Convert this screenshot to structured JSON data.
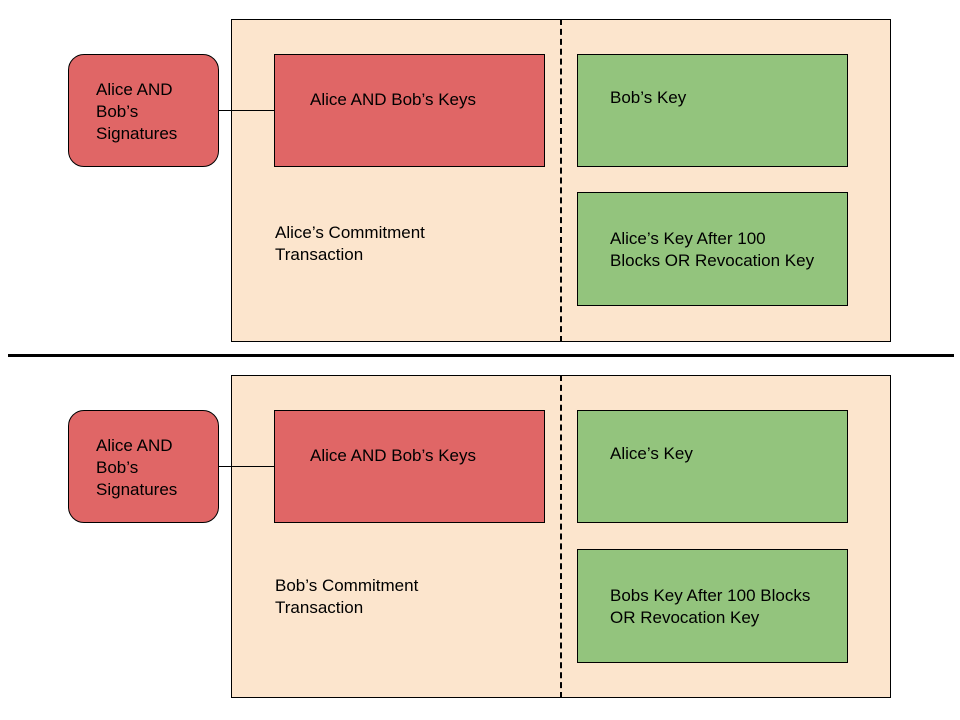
{
  "colors": {
    "panel": "#fce5cd",
    "red": "#e06666",
    "green": "#93c47d",
    "line": "#000000"
  },
  "top": {
    "signatures": "Alice AND Bob’s Signatures",
    "multisig": "Alice AND Bob’s Keys",
    "output_1": "Bob’s Key",
    "output_2": "Alice’s Key After 100 Blocks OR Revocation Key",
    "caption": "Alice’s Commitment Transaction"
  },
  "bottom": {
    "signatures": "Alice AND Bob’s Signatures",
    "multisig": "Alice AND Bob’s Keys",
    "output_1": "Alice’s Key",
    "output_2": "Bobs Key After 100 Blocks OR Revocation Key",
    "caption": "Bob’s Commitment Transaction"
  }
}
